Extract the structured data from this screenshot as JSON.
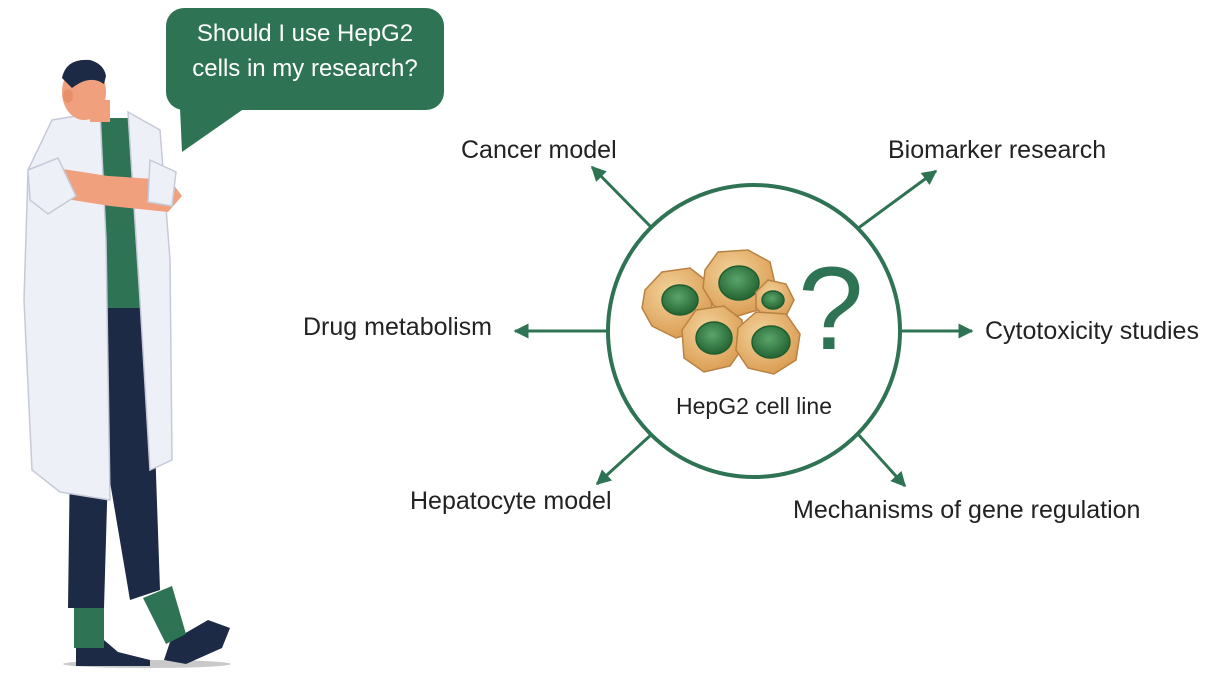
{
  "speech_bubble": {
    "line1": "Should I use HepG2",
    "line2": "cells in my research?"
  },
  "center": {
    "label": "HepG2 cell line",
    "question_mark": "?"
  },
  "applications": [
    {
      "label": "Cancer model"
    },
    {
      "label": "Biomarker research"
    },
    {
      "label": "Drug metabolism"
    },
    {
      "label": "Cytotoxicity studies"
    },
    {
      "label": "Hepatocyte model"
    },
    {
      "label": "Mechanisms of gene regulation"
    }
  ],
  "colors": {
    "accent_green": "#2e7454",
    "cell_body": "#e4b676",
    "cell_nucleus": "#2e7d3f",
    "coat": "#eef0f7",
    "trousers": "#1c2a45",
    "skin": "#f0a07d"
  }
}
